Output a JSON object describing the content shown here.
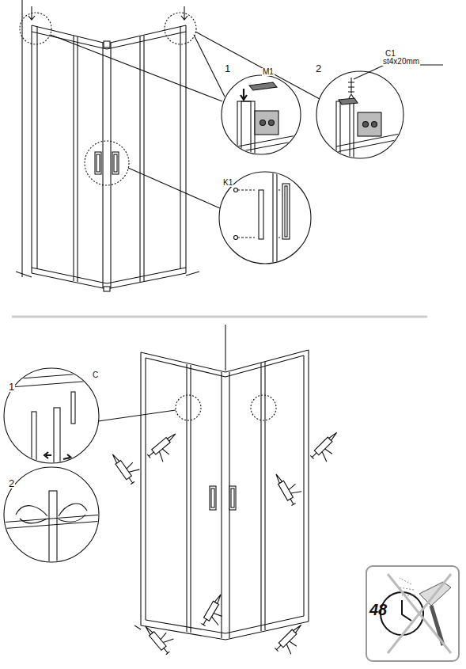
{
  "diagram": {
    "labels": [
      "1",
      "M1",
      "2",
      "C1",
      "st4x20mm",
      "K1",
      "1",
      "C",
      "2",
      "48"
    ]
  }
}
